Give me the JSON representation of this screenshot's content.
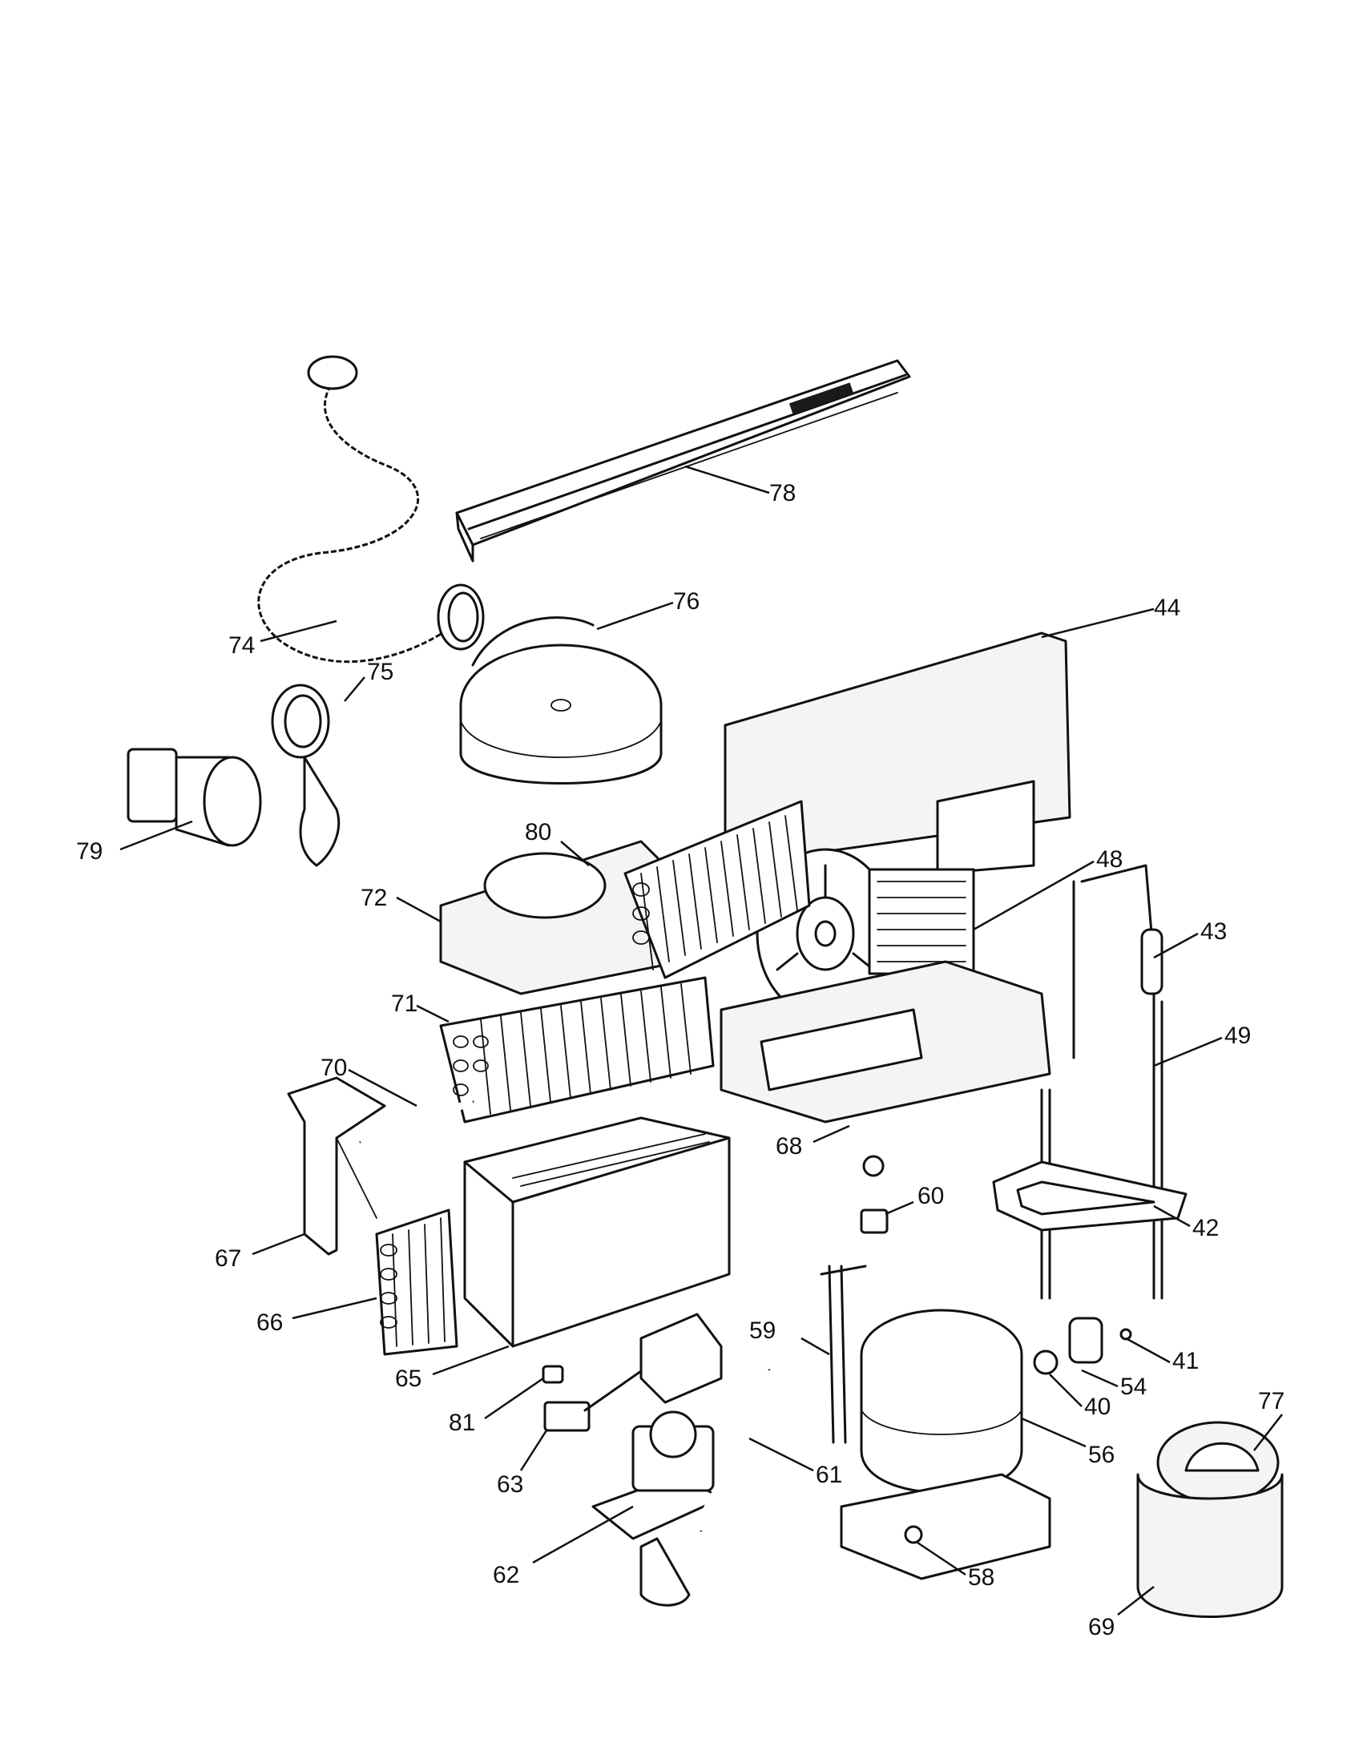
{
  "diagram": {
    "parts": [
      {
        "id": "78",
        "label": "78"
      },
      {
        "id": "76",
        "label": "76"
      },
      {
        "id": "44",
        "label": "44"
      },
      {
        "id": "74",
        "label": "74"
      },
      {
        "id": "75",
        "label": "75"
      },
      {
        "id": "79",
        "label": "79"
      },
      {
        "id": "80",
        "label": "80"
      },
      {
        "id": "48",
        "label": "48"
      },
      {
        "id": "72",
        "label": "72"
      },
      {
        "id": "43",
        "label": "43"
      },
      {
        "id": "71",
        "label": "71"
      },
      {
        "id": "49",
        "label": "49"
      },
      {
        "id": "70",
        "label": "70"
      },
      {
        "id": "68",
        "label": "68"
      },
      {
        "id": "60",
        "label": "60"
      },
      {
        "id": "42",
        "label": "42"
      },
      {
        "id": "67",
        "label": "67"
      },
      {
        "id": "66",
        "label": "66"
      },
      {
        "id": "59",
        "label": "59"
      },
      {
        "id": "41",
        "label": "41"
      },
      {
        "id": "65",
        "label": "65"
      },
      {
        "id": "54",
        "label": "54"
      },
      {
        "id": "40",
        "label": "40"
      },
      {
        "id": "81",
        "label": "81"
      },
      {
        "id": "77",
        "label": "77"
      },
      {
        "id": "56",
        "label": "56"
      },
      {
        "id": "61",
        "label": "61"
      },
      {
        "id": "63",
        "label": "63"
      },
      {
        "id": "62",
        "label": "62"
      },
      {
        "id": "58",
        "label": "58"
      },
      {
        "id": "69",
        "label": "69"
      }
    ]
  }
}
